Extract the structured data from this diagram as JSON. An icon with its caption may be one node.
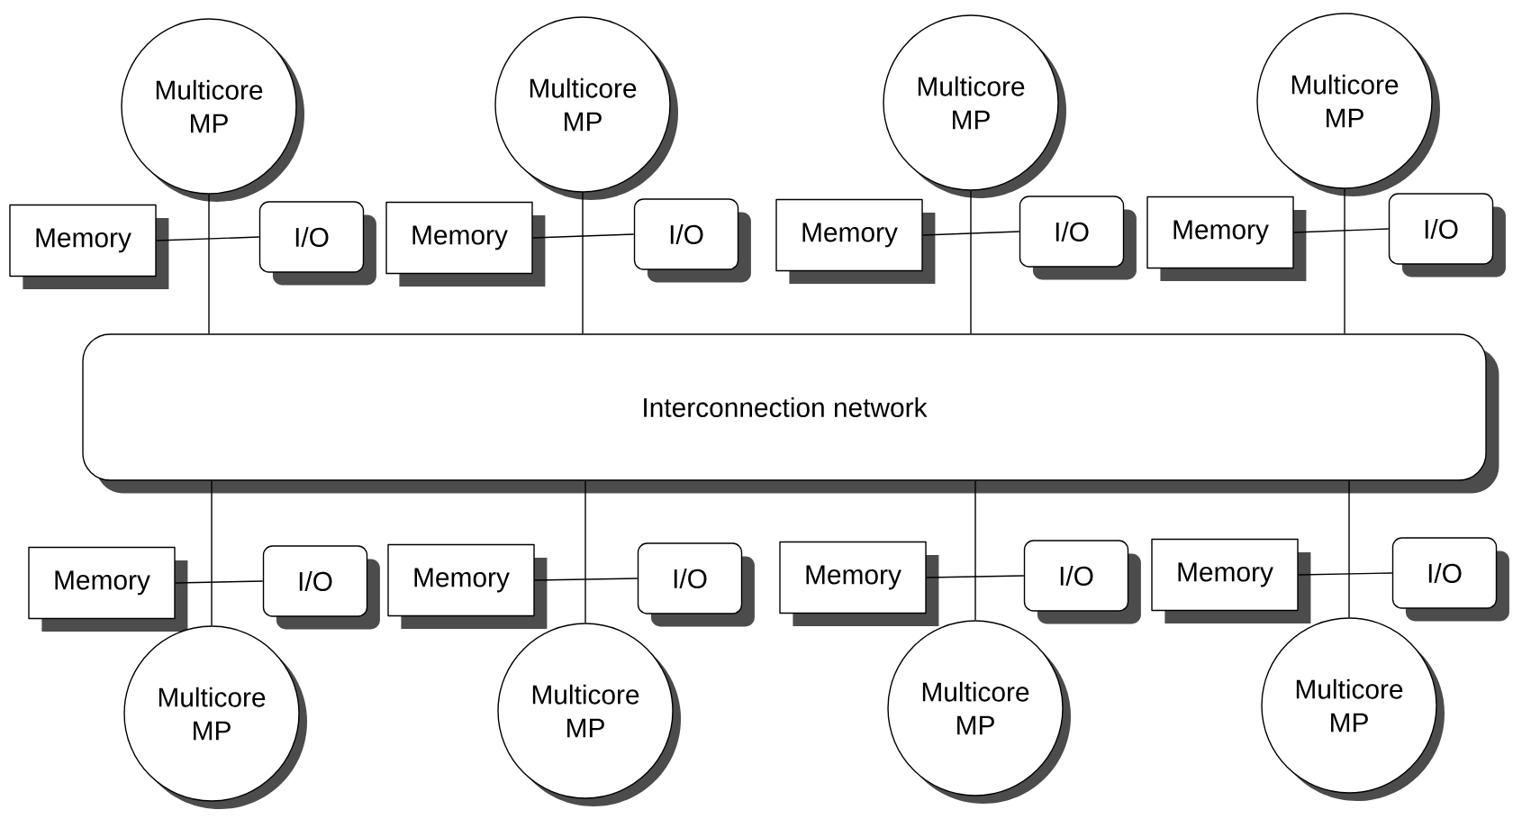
{
  "diagram": {
    "nodes": [
      {
        "text": [
          "Multicore MP"
        ]
      },
      {
        "text": [
          "Memory"
        ]
      },
      {
        "text": [
          "I/O"
        ]
      },
      {
        "text": [
          "Multicore MP"
        ]
      },
      {
        "text": [
          "Memory"
        ]
      },
      {
        "text": [
          "I/O"
        ]
      },
      {
        "text": [
          "Multicore MP"
        ]
      },
      {
        "text": [
          "Memory"
        ]
      },
      {
        "text": [
          "I/O"
        ]
      },
      {
        "text": [
          "Multicore MP"
        ]
      },
      {
        "text": [
          "Memory"
        ]
      },
      {
        "text": [
          "I/O"
        ]
      },
      {
        "text": [
          "Interconnection network"
        ]
      },
      {
        "text": [
          "Memory"
        ]
      },
      {
        "text": [
          "I/O"
        ]
      },
      {
        "text": [
          "Multicore MP"
        ]
      },
      {
        "text": [
          "Memory"
        ]
      },
      {
        "text": [
          "I/O"
        ]
      },
      {
        "text": [
          "Multicore MP"
        ]
      },
      {
        "text": [
          "Memory"
        ]
      },
      {
        "text": [
          "I/O"
        ]
      },
      {
        "text": [
          "Multicore MP"
        ]
      },
      {
        "text": [
          "Memory"
        ]
      },
      {
        "text": [
          "I/O"
        ]
      },
      {
        "text": [
          "Multicore MP"
        ]
      }
    ],
    "edges": [
      {
        "from": 1,
        "to": 2,
        "arrow": "none"
      },
      {
        "from": 0,
        "to": 12,
        "arrow": "none"
      },
      {
        "from": 4,
        "to": 5,
        "arrow": "none"
      },
      {
        "from": 3,
        "to": 12,
        "arrow": "none"
      },
      {
        "from": 7,
        "to": 8,
        "arrow": "none"
      },
      {
        "from": 6,
        "to": 12,
        "arrow": "none"
      },
      {
        "from": 10,
        "to": 11,
        "arrow": "none"
      },
      {
        "from": 9,
        "to": 12,
        "arrow": "none"
      },
      {
        "from": 13,
        "to": 14,
        "arrow": "none"
      },
      {
        "from": 15,
        "to": 12,
        "arrow": "none"
      },
      {
        "from": 16,
        "to": 17,
        "arrow": "none"
      },
      {
        "from": 18,
        "to": 12,
        "arrow": "none"
      },
      {
        "from": 19,
        "to": 20,
        "arrow": "none"
      },
      {
        "from": 21,
        "to": 12,
        "arrow": "none"
      },
      {
        "from": 22,
        "to": 23,
        "arrow": "none"
      },
      {
        "from": 24,
        "to": 12,
        "arrow": "none"
      }
    ]
  }
}
